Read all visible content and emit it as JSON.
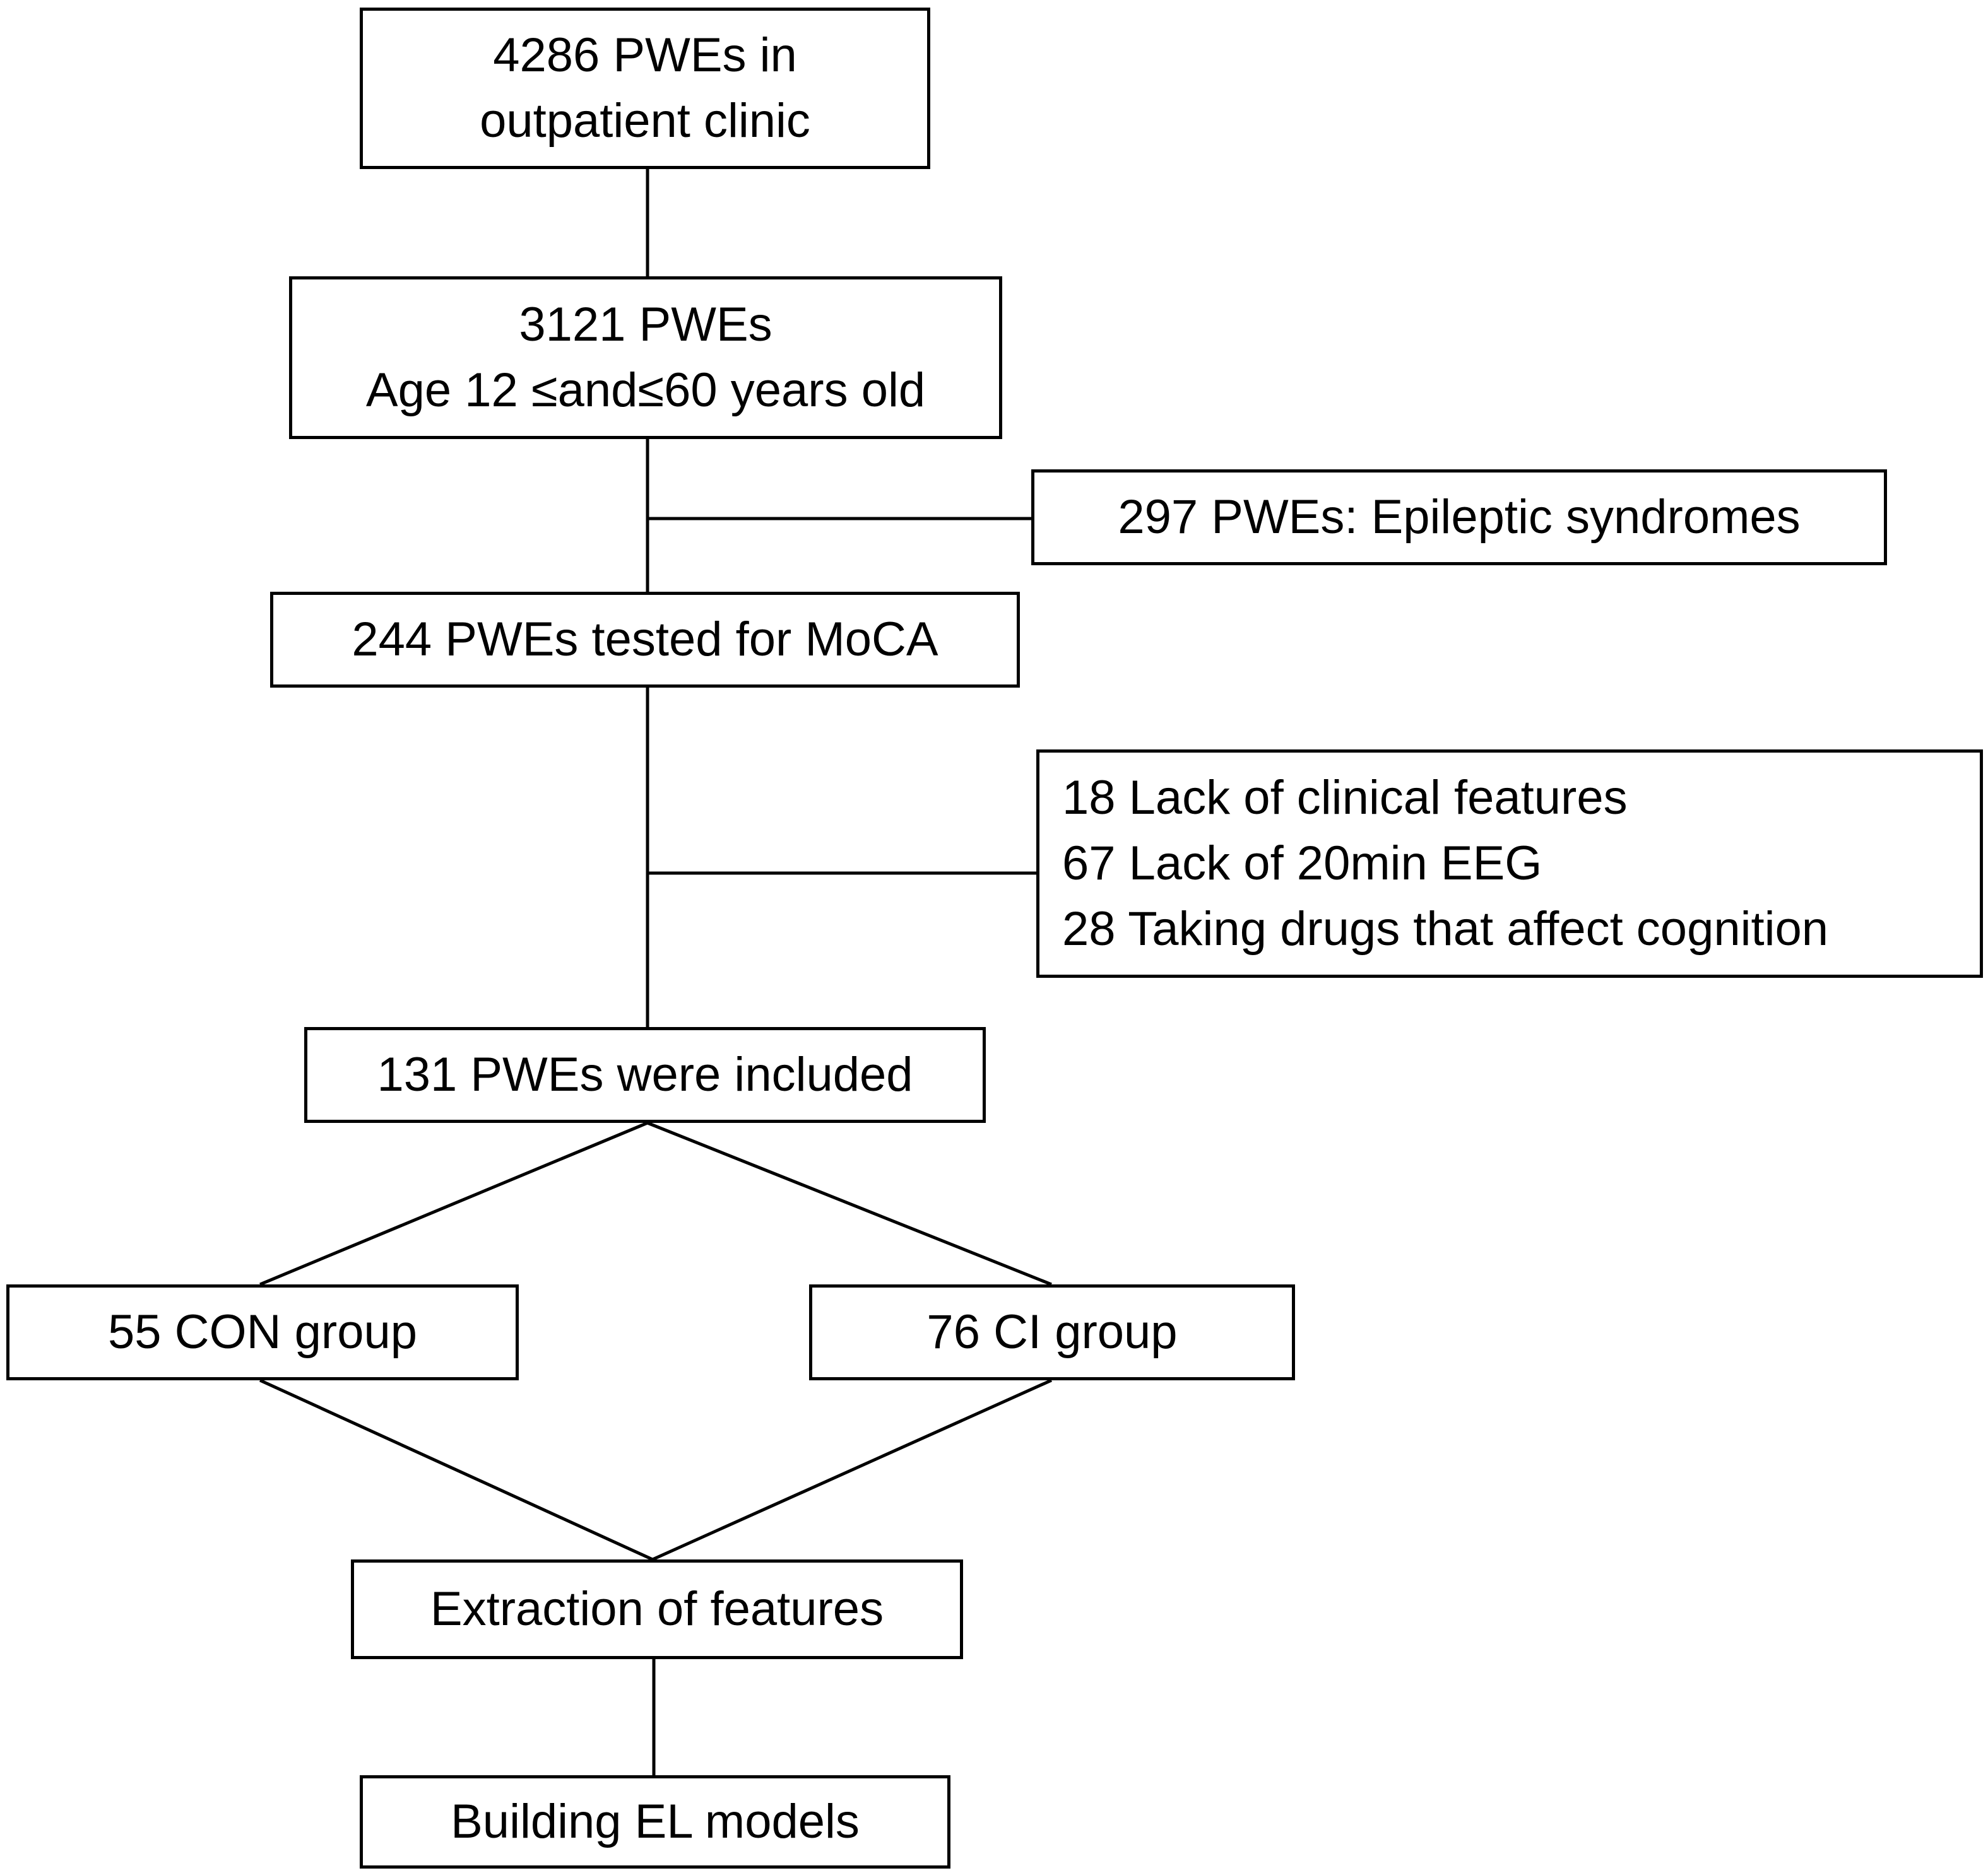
{
  "flowchart": {
    "start": {
      "line1": "4286 PWEs in",
      "line2": "outpatient clinic"
    },
    "age_filter": {
      "line1": "3121 PWEs",
      "line2": "Age  12 ≤and≤60  years old"
    },
    "exclusion_1": {
      "text": "297 PWEs: Epileptic  syndromes"
    },
    "moca": {
      "text": "244 PWEs tested for MoCA"
    },
    "exclusion_2": {
      "line1": "18 Lack of clinical  features",
      "line2": "67 Lack of 20min  EEG",
      "line3": "28 Taking  drugs  that affect cognition"
    },
    "included": {
      "text": "131 PWEs were included"
    },
    "con_group": {
      "text": "55 CON  group"
    },
    "ci_group": {
      "text": "76 CI group"
    },
    "extraction": {
      "text": "Extraction of features"
    },
    "models": {
      "text": "Building  EL models"
    }
  }
}
